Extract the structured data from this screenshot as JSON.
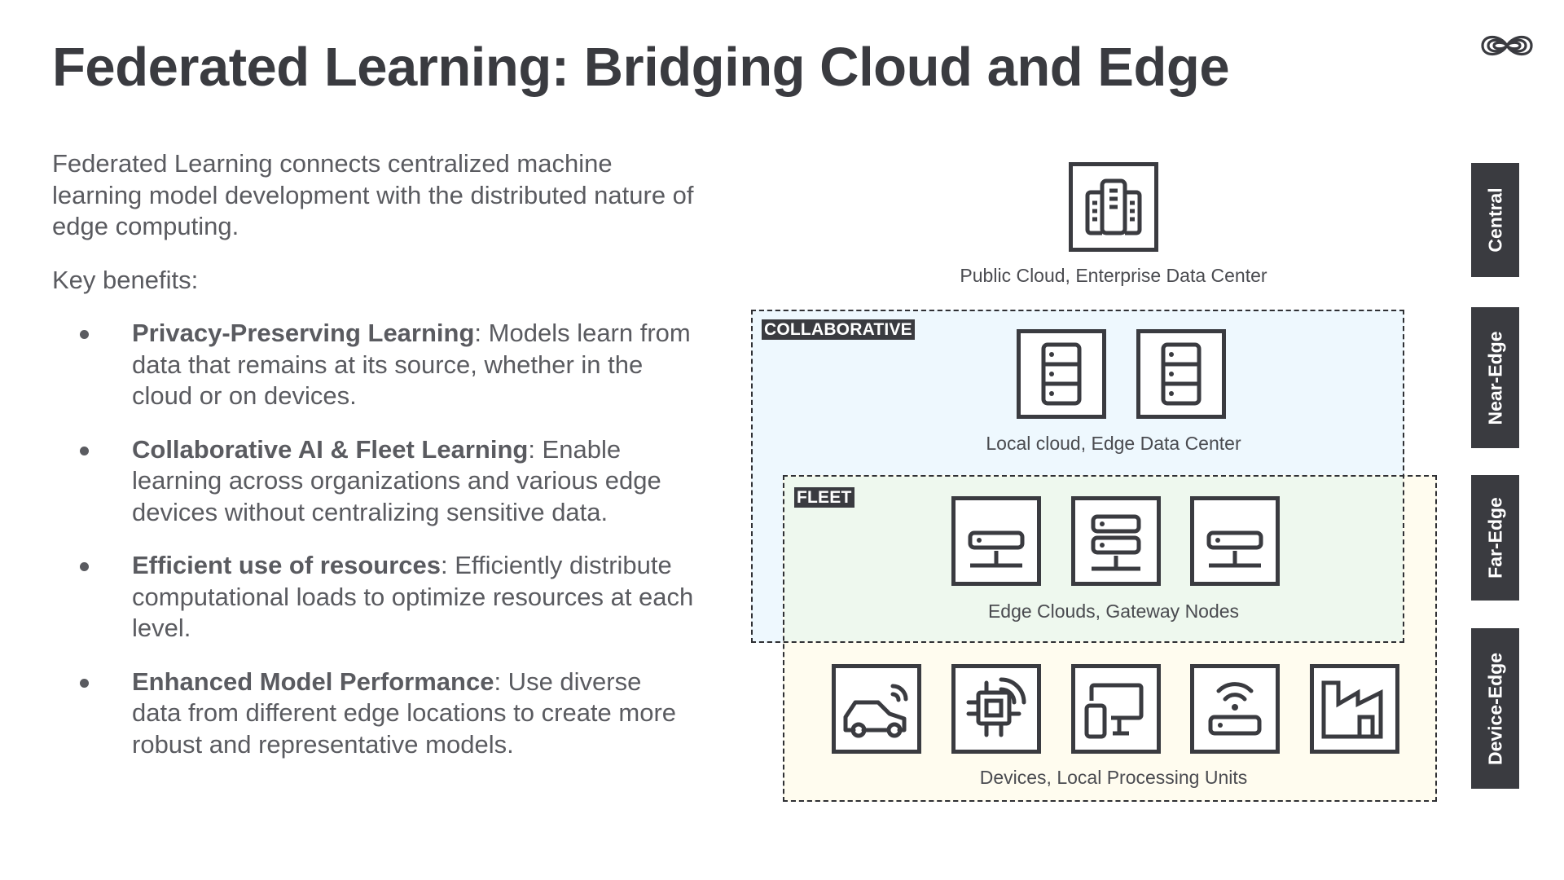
{
  "title": "Federated Learning: Bridging Cloud and Edge",
  "logo": {
    "icon": "infinity-logo-icon"
  },
  "left": {
    "intro": "Federated Learning connects centralized machine learning model development with the distributed nature of edge computing.",
    "key_benefits_label": "Key benefits:",
    "benefits": [
      {
        "title": "Privacy-Preserving Learning",
        "text": ": Models learn from data that remains at its source, whether in the cloud or on devices."
      },
      {
        "title": "Collaborative AI & Fleet Learning",
        "text": ": Enable learning across organizations and various edge devices without centralizing sensitive data."
      },
      {
        "title": "Efficient use of resources",
        "text": ": Efficiently distribute computational loads to optimize resources at each level."
      },
      {
        "title": "Enhanced Model Performance",
        "text": ": Use diverse data from different edge locations to create more robust and representative models."
      }
    ]
  },
  "diagram": {
    "levels": [
      {
        "label": "Public Cloud, Enterprise Data Center",
        "icons": [
          "building-icon"
        ]
      },
      {
        "label": "Local cloud, Edge Data Center",
        "icons": [
          "server-rack-icon",
          "server-rack-icon"
        ]
      },
      {
        "label": "Edge Clouds, Gateway Nodes",
        "icons": [
          "gateway-node-icon",
          "double-server-node-icon",
          "gateway-node-icon"
        ]
      },
      {
        "label": "Devices, Local Processing Units",
        "icons": [
          "connected-car-icon",
          "wireless-chip-icon",
          "desktop-mobile-icon",
          "wifi-router-icon",
          "factory-icon"
        ]
      }
    ],
    "zones": {
      "collaborative": "COLLABORATIVE",
      "fleet": "FLEET"
    },
    "tiers": [
      "Central",
      "Near-Edge",
      "Far-Edge",
      "Device-Edge"
    ],
    "colors": {
      "dark": "#3a3b40",
      "collaborative_bg": "#eef8fe",
      "fleet_bg": "#fffcef",
      "overlap_bg": "#eef8ee"
    }
  }
}
